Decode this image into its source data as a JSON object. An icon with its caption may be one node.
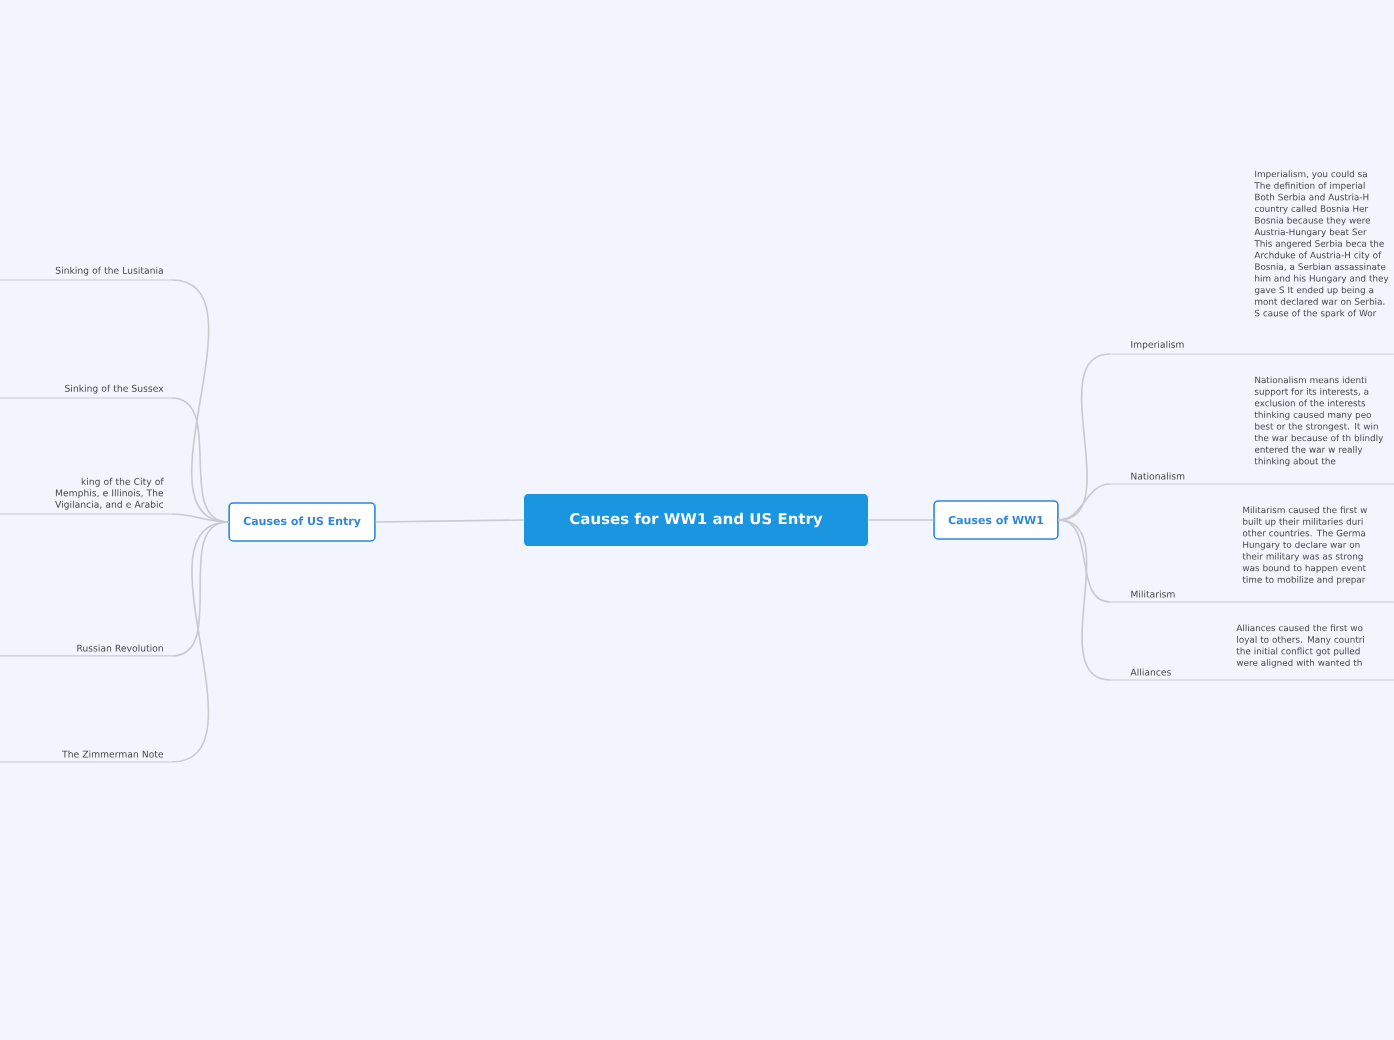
{
  "diagram": {
    "nodes": [
      {
        "text": [
          "Causes for WW1 and US Entry"
        ]
      },
      {
        "text": [
          "Causes of WW1"
        ]
      },
      {
        "text": [
          "Imperialism",
          "Imperialism, you could sa The definition of imperial Both Serbia and Austria-H country called Bosnia Her Bosnia because they were Austria-Hungary beat Ser This angered Serbia beca the Archduke of Austria-H city of Bosnia, a Serbian assassinate him and his Hungary and they gave S It ended up being a mont declared war on Serbia. S cause of the spark of Wor"
        ]
      },
      {
        "text": [
          "Nationalism",
          "Nationalism means identi support for its interests, a exclusion of the interests thinking caused many peo best or the strongest. It win the war because of th blindly entered the war w really thinking about the"
        ]
      },
      {
        "text": [
          "Militarism",
          "Militarism caused the first w built up their militaries duri other countries. The Germa Hungary to declare war on their military was as strong was bound to happen event time to mobilize and prepar"
        ]
      },
      {
        "text": [
          "Alliances",
          "Alliances caused the first wo loyal to others. Many countri the initial conflict got pulled were aligned with wanted th"
        ]
      },
      {
        "text": [
          "Causes of US Entry"
        ]
      },
      {
        "text": [
          "Sinking of the Lusitania"
        ]
      },
      {
        "text": [
          "Sinking of the Sussex"
        ]
      },
      {
        "text": [
          "king of the City of Memphis, e Illinois, The Vigilancia, and e Arabic"
        ]
      },
      {
        "text": [
          "Russian Revolution"
        ]
      },
      {
        "text": [
          "The Zimmerman Note"
        ]
      }
    ],
    "edges": [
      {
        "from": 0,
        "to": 1,
        "arrow": "none"
      },
      {
        "from": 1,
        "to": 2,
        "arrow": "none"
      },
      {
        "from": 1,
        "to": 3,
        "arrow": "none"
      },
      {
        "from": 1,
        "to": 4,
        "arrow": "none"
      },
      {
        "from": 1,
        "to": 5,
        "arrow": "none"
      },
      {
        "from": 0,
        "to": 6,
        "arrow": "none"
      },
      {
        "from": 6,
        "to": 7,
        "arrow": "none"
      },
      {
        "from": 6,
        "to": 8,
        "arrow": "none"
      },
      {
        "from": 6,
        "to": 9,
        "arrow": "none"
      },
      {
        "from": 6,
        "to": 10,
        "arrow": "none"
      },
      {
        "from": 6,
        "to": 11,
        "arrow": "none"
      }
    ]
  }
}
